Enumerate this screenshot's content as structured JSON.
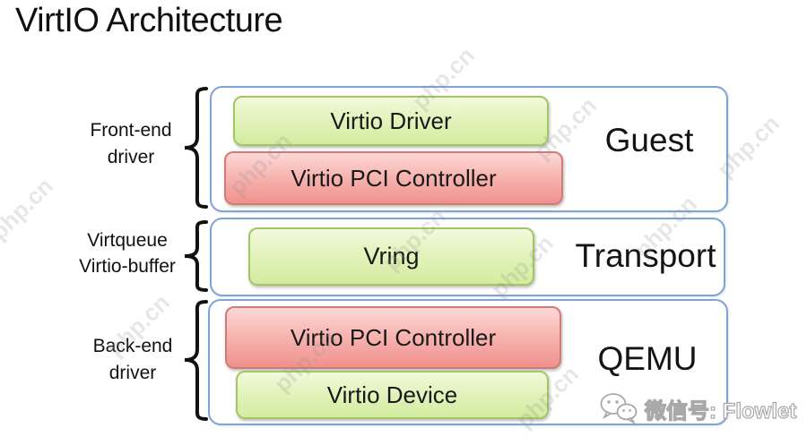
{
  "title": "VirtIO Architecture",
  "layers": [
    {
      "side_label": {
        "line1": "Front-end",
        "line2": "driver"
      },
      "container_label": "Guest",
      "blocks": [
        {
          "label": "Virtio Driver",
          "type": "green"
        },
        {
          "label": "Virtio PCI Controller",
          "type": "red"
        }
      ]
    },
    {
      "side_label": {
        "line1": "Virtqueue",
        "line2": "Virtio-buffer"
      },
      "container_label": "Transport",
      "blocks": [
        {
          "label": "Vring",
          "type": "green"
        }
      ]
    },
    {
      "side_label": {
        "line1": "Back-end",
        "line2": "driver"
      },
      "container_label": "QEMU",
      "blocks": [
        {
          "label": "Virtio PCI Controller",
          "type": "red"
        },
        {
          "label": "Virtio Device",
          "type": "green"
        }
      ]
    }
  ],
  "watermark": {
    "site_text": "php.cn",
    "wechat_text": "微信号: Flowlet"
  },
  "colors": {
    "container_border": "#7da4d6",
    "green_fill_top": "#f2f9dc",
    "green_fill_bottom": "#d2ec9f",
    "green_border": "#a3c563",
    "red_fill_top": "#fcd8d6",
    "red_fill_bottom": "#f0918d",
    "red_border": "#cf7b76",
    "text": "#1a1a1a",
    "watermark_gray": "#919191"
  }
}
